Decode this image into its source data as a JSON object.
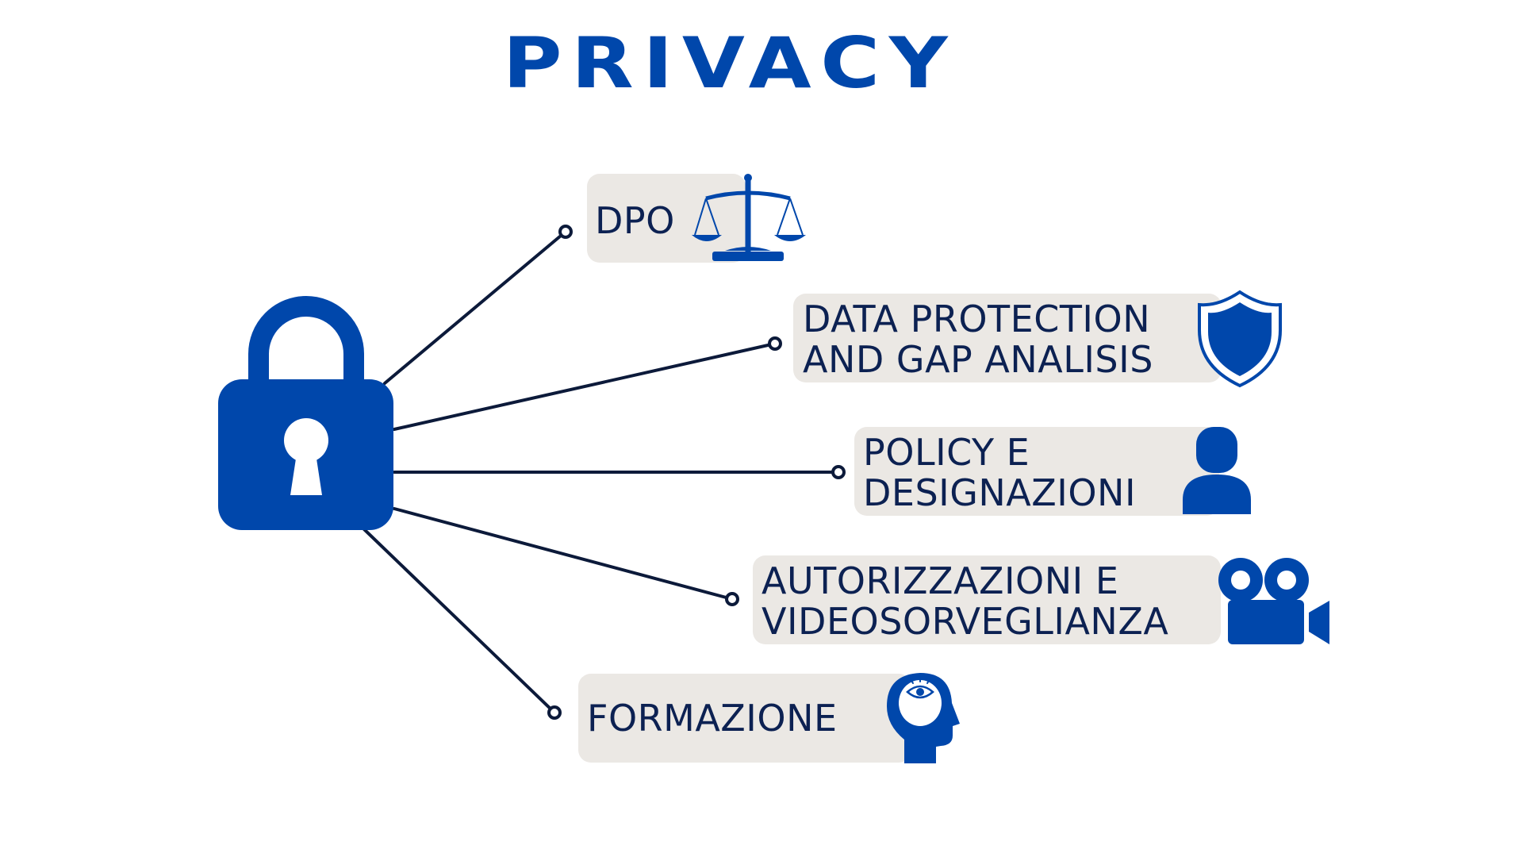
{
  "title": "PRIVACY",
  "colors": {
    "accent": "#0047ab",
    "text": "#0c2152",
    "connector": "#0c1a3a",
    "box": "#ebe8e4",
    "background": "#ffffff"
  },
  "center": {
    "icon": "padlock-icon"
  },
  "nodes": [
    {
      "lines": [
        "DPO"
      ],
      "icon": "scales-of-justice-icon"
    },
    {
      "lines": [
        "DATA PROTECTION",
        "AND  GAP ANALISIS"
      ],
      "icon": "shield-icon"
    },
    {
      "lines": [
        "POLICY E",
        "DESIGNAZIONI"
      ],
      "icon": "person-icon"
    },
    {
      "lines": [
        "AUTORIZZAZIONI E",
        "VIDEOSORVEGLIANZA"
      ],
      "icon": "video-camera-icon"
    },
    {
      "lines": [
        "FORMAZIONE"
      ],
      "icon": "head-with-eye-icon"
    }
  ]
}
